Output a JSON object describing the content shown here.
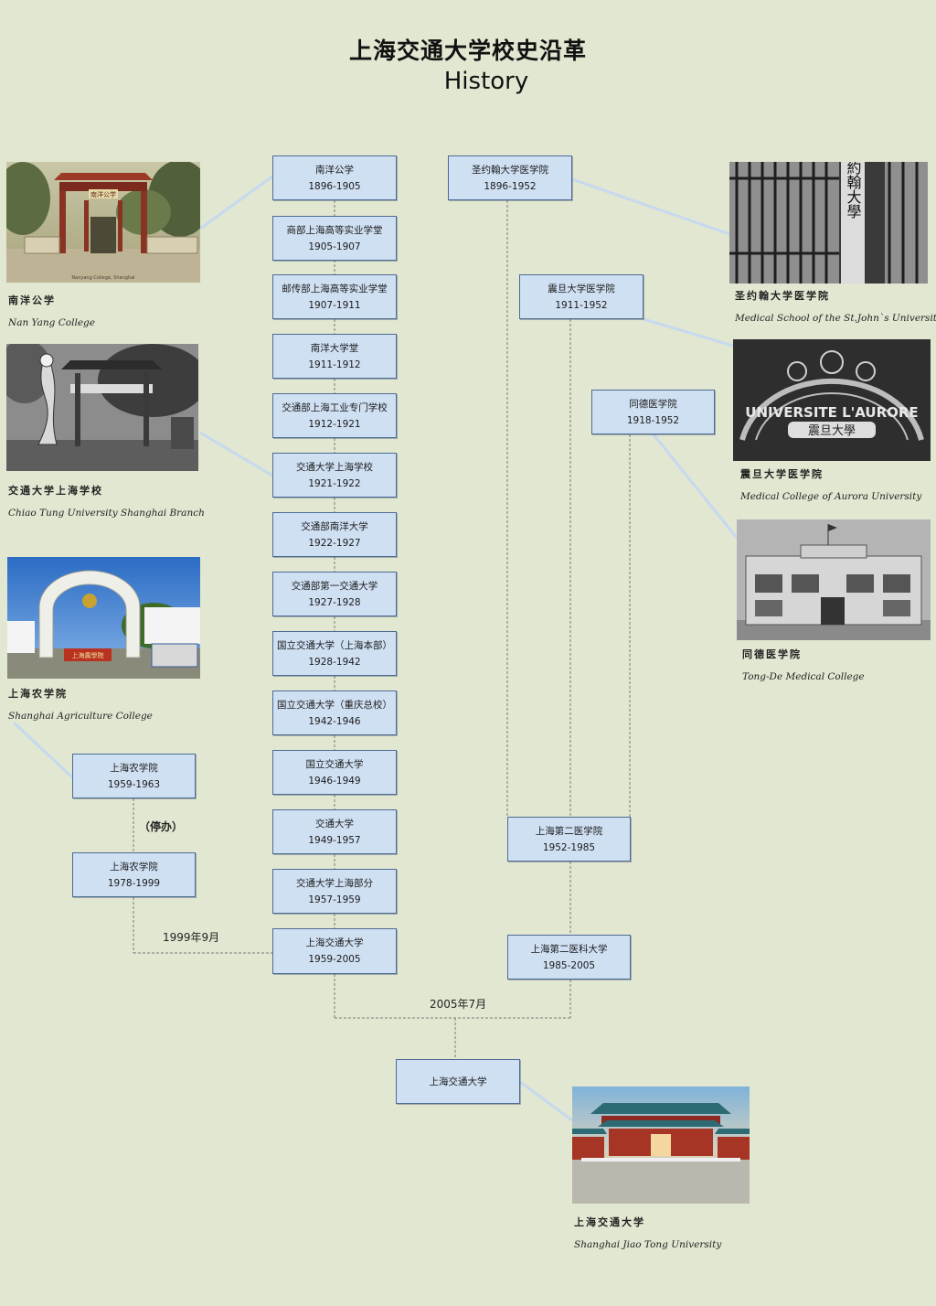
{
  "title": {
    "cn": "上海交通大学校史沿革",
    "en": "History"
  },
  "nodes": {
    "nanyang": {
      "name": "南洋公学",
      "years": "1896-1905"
    },
    "shangbu": {
      "name": "商部上海高等实业学堂",
      "years": "1905-1907"
    },
    "youchuan": {
      "name": "邮传部上海高等实业学堂",
      "years": "1907-1911"
    },
    "nanyang_dx": {
      "name": "南洋大学堂",
      "years": "1911-1912"
    },
    "jiaotongbu": {
      "name": "交通部上海工业专门学校",
      "years": "1912-1921"
    },
    "jtdx_sh": {
      "name": "交通大学上海学校",
      "years": "1921-1922"
    },
    "nanyang_u": {
      "name": "交通部南洋大学",
      "years": "1922-1927"
    },
    "diyi": {
      "name": "交通部第一交通大学",
      "years": "1927-1928"
    },
    "guoli_sh": {
      "name": "国立交通大学（上海本部）",
      "years": "1928-1942"
    },
    "guoli_cq": {
      "name": "国立交通大学（重庆总校）",
      "years": "1942-1946"
    },
    "guoli": {
      "name": "国立交通大学",
      "years": "1946-1949"
    },
    "jtdx": {
      "name": "交通大学",
      "years": "1949-1957"
    },
    "jtdx_shbf": {
      "name": "交通大学上海部分",
      "years": "1957-1959"
    },
    "sjtu_old": {
      "name": "上海交通大学",
      "years": "1959-2005"
    },
    "sjtu_final": {
      "name": "上海交通大学",
      "years": ""
    },
    "stjohn": {
      "name": "圣约翰大学医学院",
      "years": "1896-1952"
    },
    "aurora": {
      "name": "震旦大学医学院",
      "years": "1911-1952"
    },
    "tongde": {
      "name": "同德医学院",
      "years": "1918-1952"
    },
    "second_med": {
      "name": "上海第二医学院",
      "years": "1952-1985"
    },
    "second_med_u": {
      "name": "上海第二医科大学",
      "years": "1985-2005"
    },
    "agri1": {
      "name": "上海农学院",
      "years": "1959-1963"
    },
    "agri2": {
      "name": "上海农学院",
      "years": "1978-1999"
    }
  },
  "notes": {
    "suspended": "（停办）",
    "merge_1999": "1999年9月",
    "merge_2005": "2005年7月"
  },
  "captions": {
    "nanyang": {
      "cn": "南洋公学",
      "en": "Nan Yang College"
    },
    "chiaotung": {
      "cn": "交通大学上海学校",
      "en": "Chiao Tung University Shanghai Branch"
    },
    "agri": {
      "cn": "上海农学院",
      "en": "Shanghai Agriculture College"
    },
    "stjohn": {
      "cn": "圣约翰大学医学院",
      "en": "Medical School of the St.John`s University"
    },
    "aurora": {
      "cn": "震旦大学医学院",
      "en": "Medical College of Aurora University"
    },
    "tongde": {
      "cn": "同德医学院",
      "en": "Tong-De Medical College"
    },
    "sjtu": {
      "cn": "上海交通大学",
      "en": "Shanghai Jiao Tong University"
    }
  },
  "photo_text": {
    "nanyang_plaque": "南洋公学",
    "nanyang_small": "Nanyang College, Shanghai",
    "stjohn_sign": "聖約翰大學",
    "aurora_sign": "UNIVERSITE L'AURORE",
    "aurora_cn": "震旦大學",
    "agri_sign": "上海農學院"
  },
  "colors": {
    "box_fill": "#cfe0f3",
    "box_border": "#4e6b94",
    "connector": "#c6d9ee",
    "background": "#e1e7d1"
  }
}
